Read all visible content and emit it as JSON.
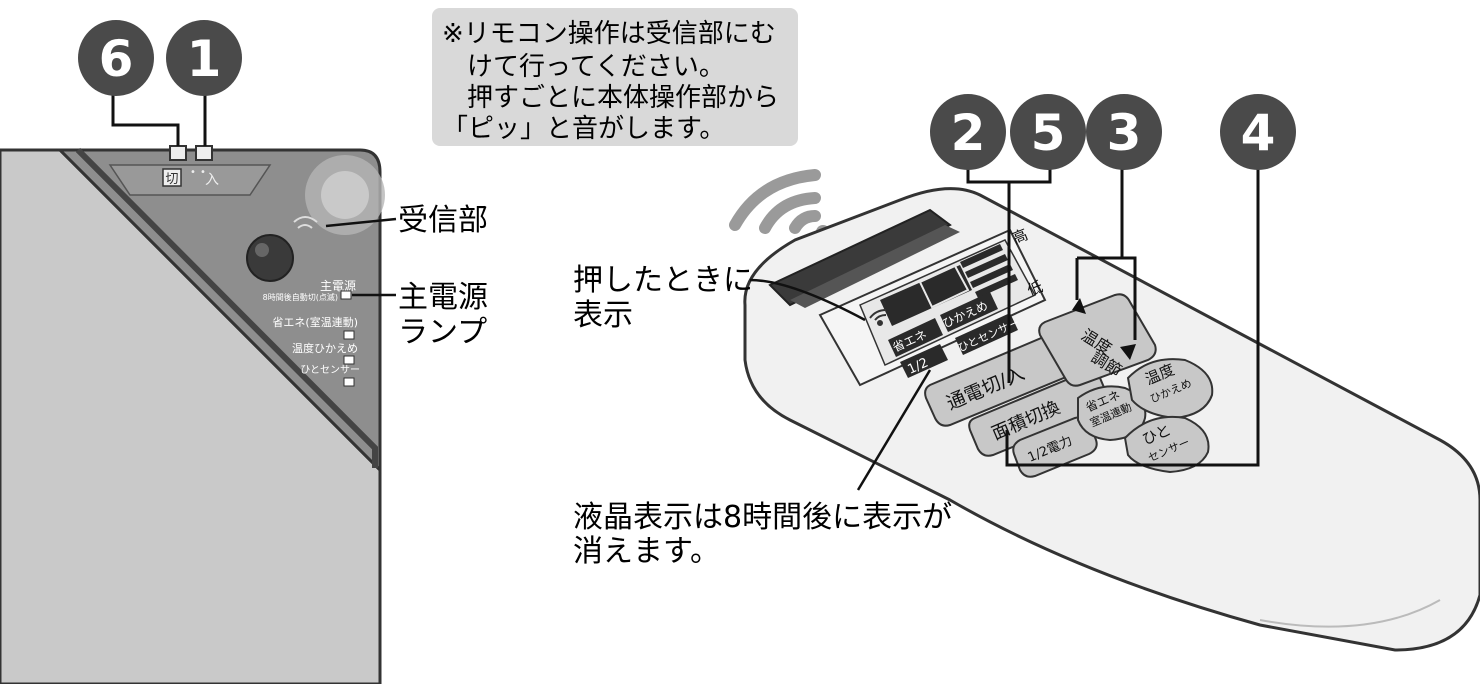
{
  "note": {
    "line1": "※リモコン操作は受信部にむ",
    "line2": "けて行ってください。",
    "line3": "押すごとに本体操作部から",
    "line4": "「ピッ」と音がします。"
  },
  "callouts": {
    "receiver": "受信部",
    "main_lamp_line1": "主電源",
    "main_lamp_line2": "ランプ",
    "pressed_line1": "押したときに",
    "pressed_line2": "表示",
    "lcd_note_line1": "液晶表示は8時間後に表示が",
    "lcd_note_line2": "消えます。"
  },
  "numbers": {
    "n6": "6",
    "n1": "1",
    "n2": "2",
    "n5": "5",
    "n3": "3",
    "n4": "4"
  },
  "unit": {
    "switch_off": "切",
    "switch_on": "入",
    "main_power": "主電源",
    "timer_note": "8時間後自動切(点滅)",
    "eco_room": "省エネ(室温連動)",
    "temp_modest": "温度ひかえめ",
    "human_sensor": "ひとセンサー"
  },
  "remote": {
    "lcd_high": "高",
    "lcd_low": "低",
    "lcd_eco": "省エネ",
    "lcd_modest": "ひかえめ",
    "lcd_half": "1/2",
    "lcd_sensor": "ひとセンサー",
    "btn_power": "通電切/入",
    "btn_area": "面積切換",
    "btn_half": "1/2電力",
    "btn_eco_line1": "省エネ",
    "btn_eco_line2": "室温連動",
    "btn_temp_line1": "温度",
    "btn_temp_line2": "調節",
    "btn_modest_line1": "温度",
    "btn_modest_line2": "ひかえめ",
    "btn_sensor_line1": "ひと",
    "btn_sensor_line2": "センサー"
  },
  "colors": {
    "badge": "#4a4a4a",
    "note_bg": "#d9d9d9",
    "unit_body": "#c9c9c9",
    "unit_panel": "#8e8e8e",
    "remote_body": "#f1f1f1",
    "button": "#c8c8c8"
  }
}
